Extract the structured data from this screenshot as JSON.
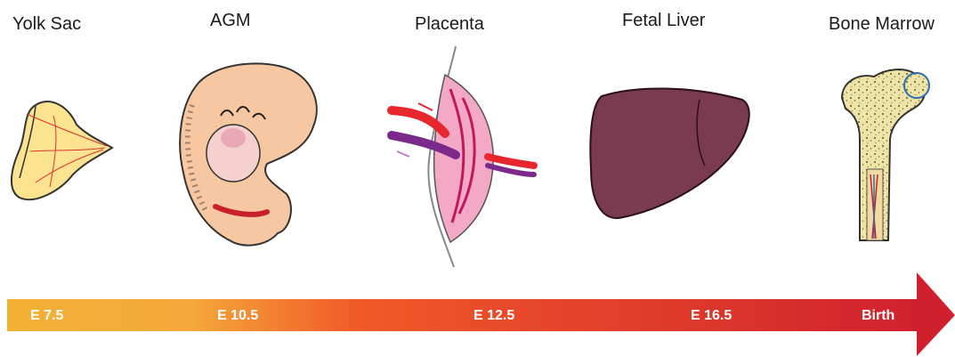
{
  "stages": [
    {
      "id": "yolk-sac",
      "label": "Yolk Sac"
    },
    {
      "id": "agm",
      "label": "AGM"
    },
    {
      "id": "placenta",
      "label": "Placenta"
    },
    {
      "id": "fetal-liver",
      "label": "Fetal Liver"
    },
    {
      "id": "bone-marrow",
      "label": "Bone Marrow"
    }
  ],
  "timeline": {
    "ticks": [
      "E 7.5",
      "E 10.5",
      "E 12.5",
      "E 16.5",
      "Birth"
    ],
    "colors": {
      "start": "#f2b134",
      "mid": "#f05a28",
      "end": "#d0202e"
    }
  }
}
